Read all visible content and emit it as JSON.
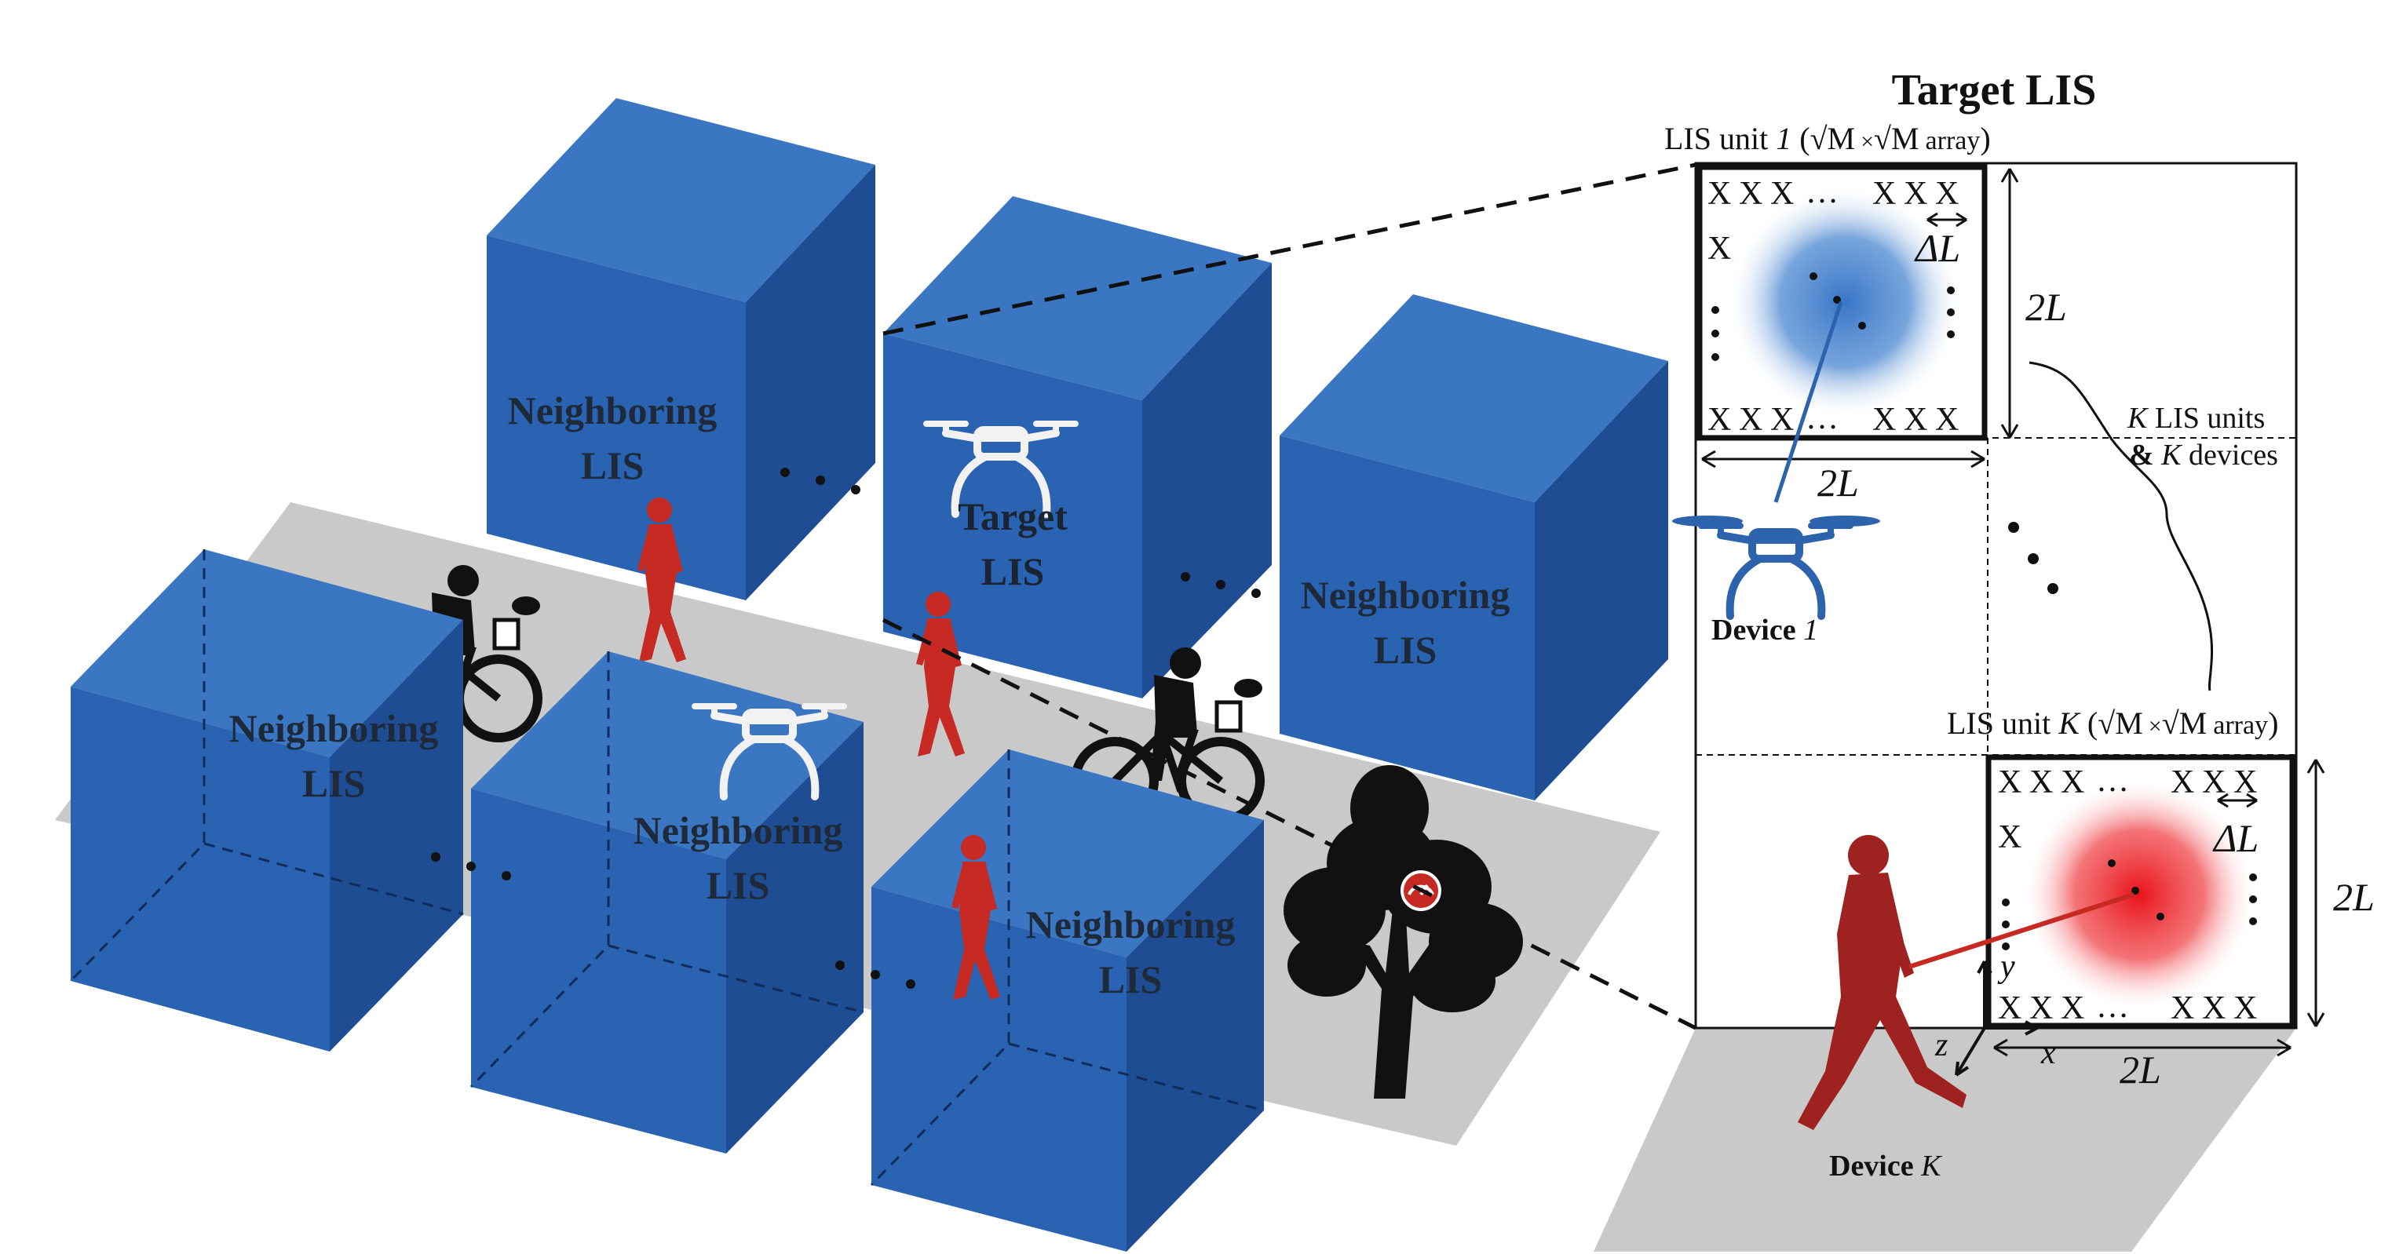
{
  "title": "Target LIS",
  "buildings": [
    {
      "line1": "Neighboring",
      "line2": "LIS"
    },
    {
      "line1": "Target",
      "line2": "LIS"
    },
    {
      "line1": "Neighboring",
      "line2": "LIS"
    },
    {
      "line1": "Neighboring",
      "line2": "LIS"
    },
    {
      "line1": "Neighboring",
      "line2": "LIS"
    },
    {
      "line1": "Neighboring",
      "line2": "LIS"
    }
  ],
  "unit1": {
    "label_prefix": "LIS unit ",
    "label_index": "1",
    "array_note": "array",
    "delta": "ΔL",
    "side_v": "2L",
    "side_h": "2L"
  },
  "unitK": {
    "label_prefix": "LIS unit ",
    "label_index": "K",
    "array_note": "array",
    "delta": "ΔL",
    "side_v": "2L",
    "side_h": "2L"
  },
  "sqrtM": "√M",
  "times": "×",
  "units_note": {
    "k1": "K",
    "line1_rest": " LIS units",
    "amp": "&",
    "k2": " K",
    "line2_rest": " devices"
  },
  "device1": {
    "prefix": "Device ",
    "index": "1"
  },
  "deviceK": {
    "prefix": "Device ",
    "index": "K"
  },
  "axes": {
    "x": "x",
    "y": "y",
    "z": "z"
  },
  "element_mark": "X",
  "ellipsis": "…",
  "colors": {
    "building_front": "#2a63b2",
    "building_side": "#1f4d94",
    "building_top": "#3a76c2",
    "ground": "#c9c9c9",
    "person": "#c62a22",
    "device_k": "#9e2320",
    "device_1": "#2d63ad",
    "tree": "#111111"
  }
}
